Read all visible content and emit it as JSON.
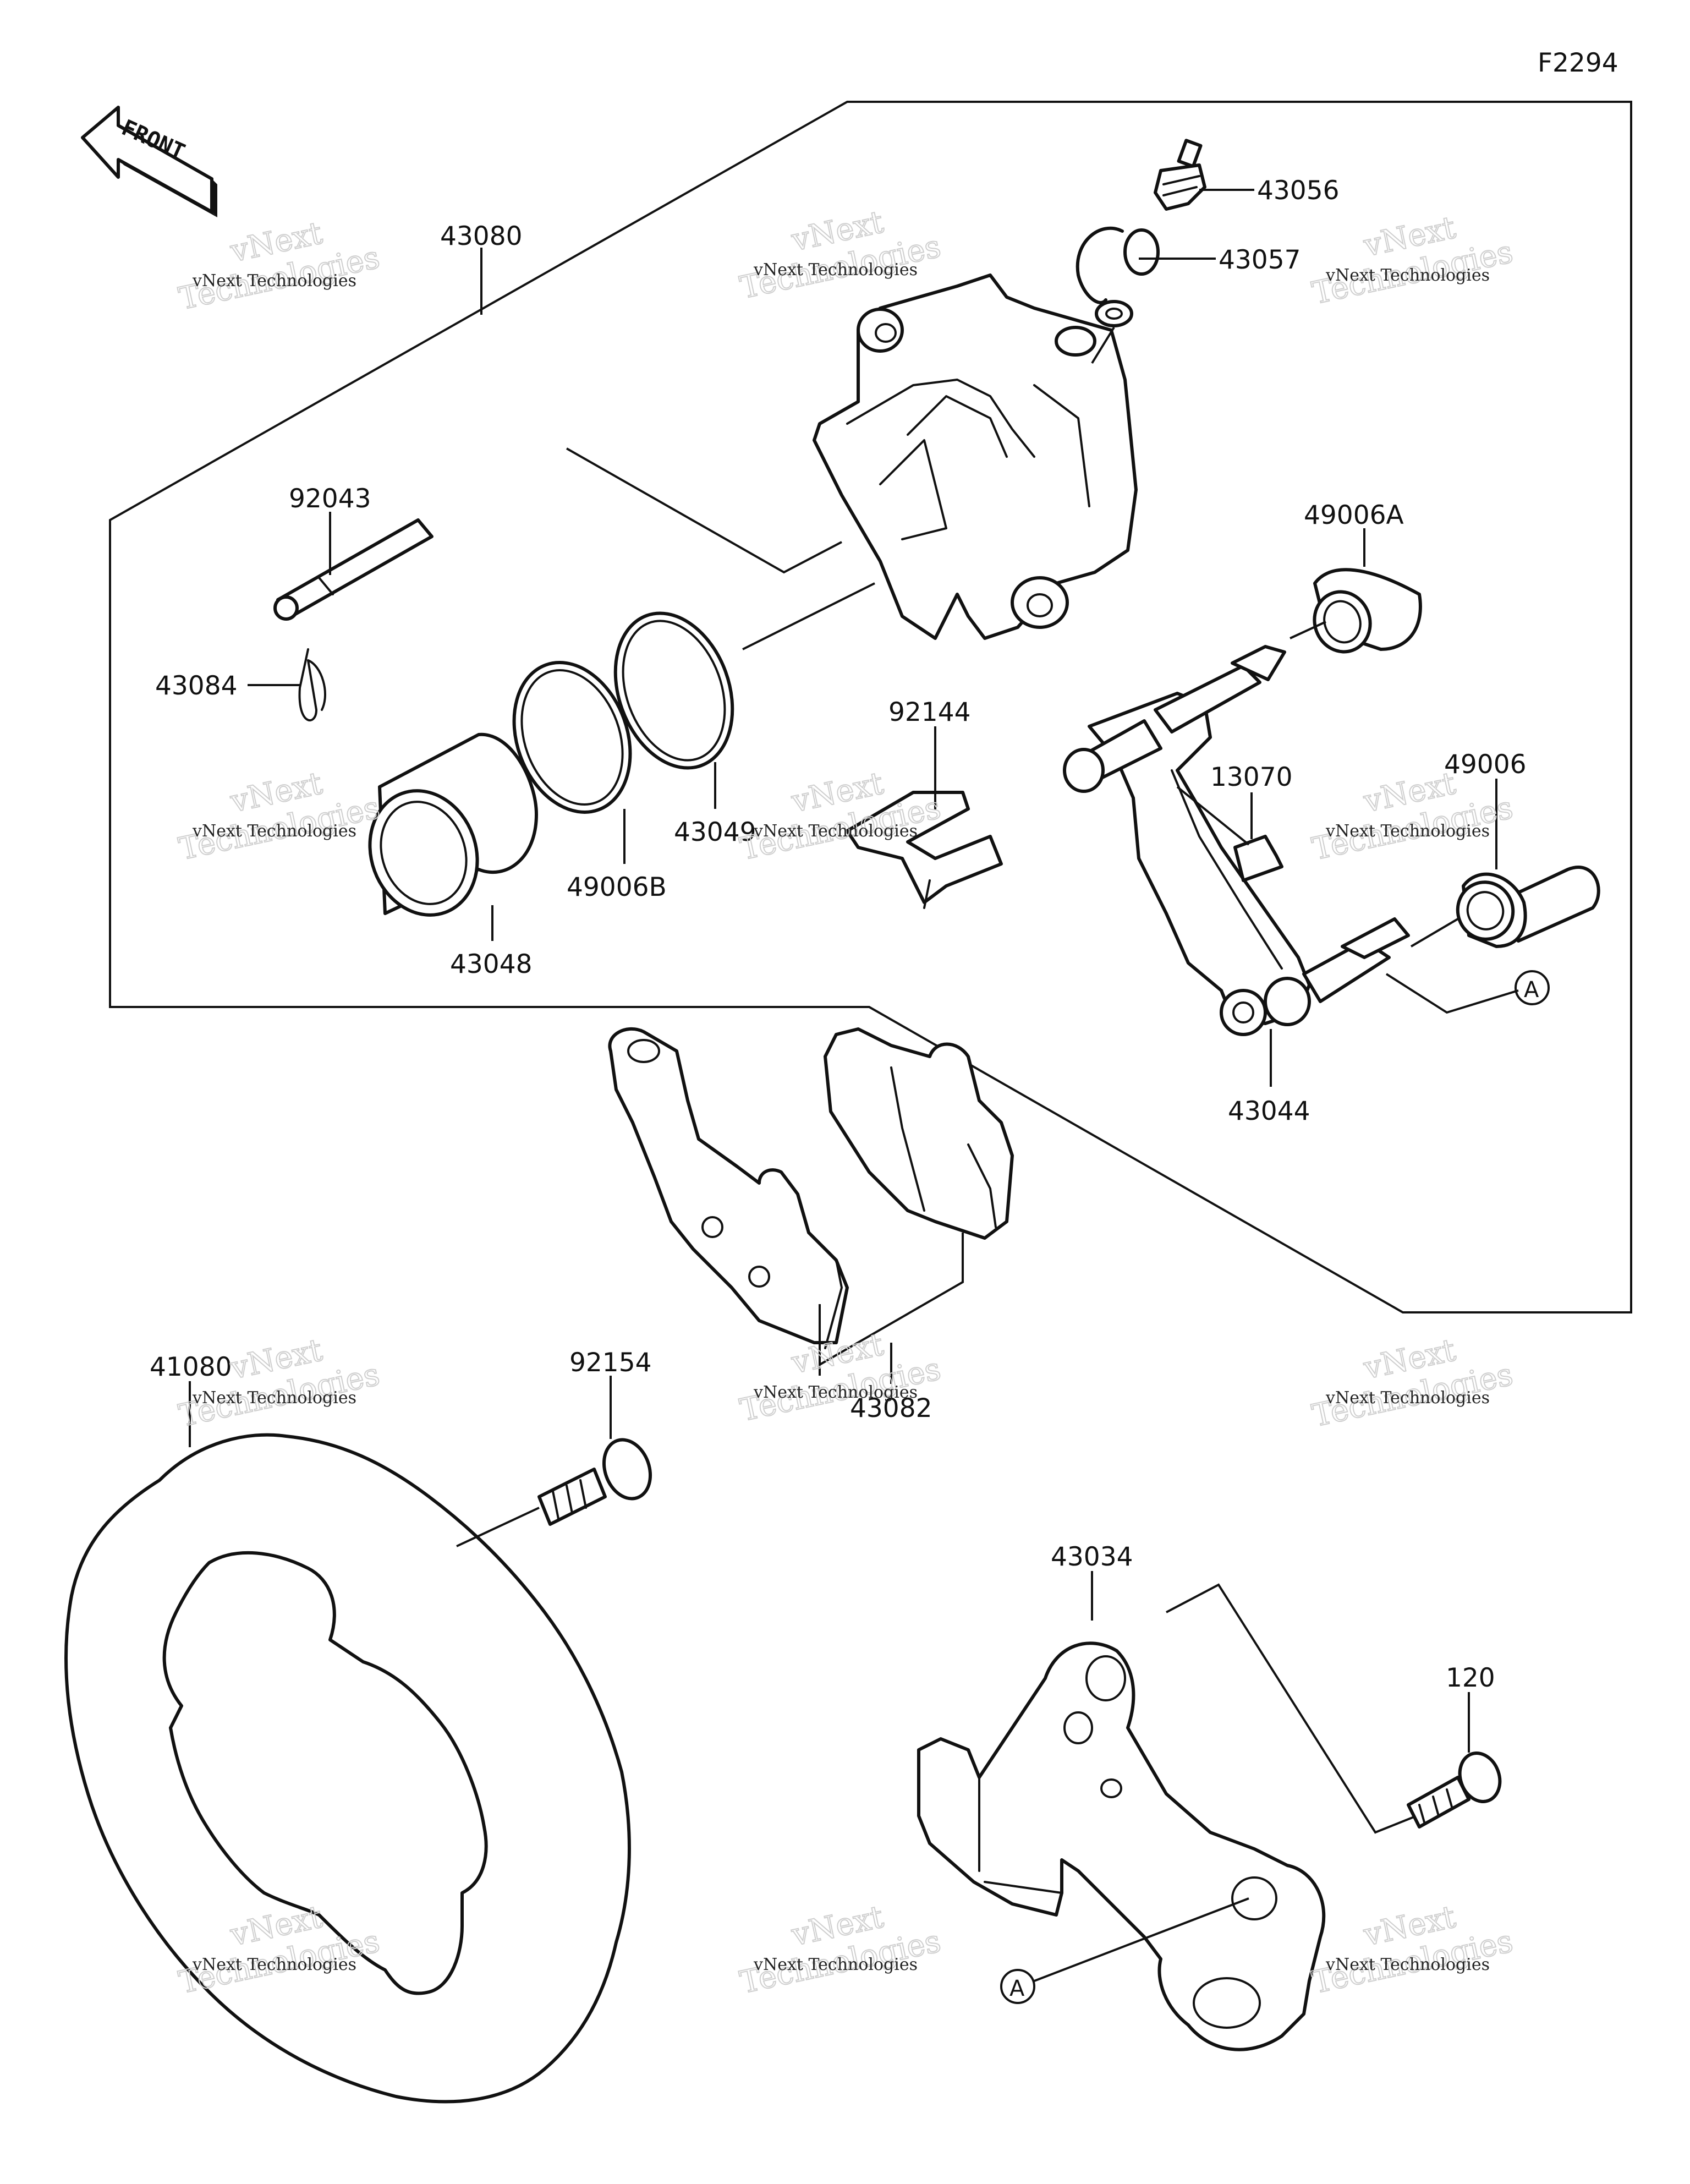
{
  "diagram_code": "F2294",
  "direction_arrow": "FRONT",
  "watermark": {
    "line1": "vNext Technologies",
    "line2": "vNext",
    "line3": "Technologies"
  },
  "part_labels": {
    "p43080": "43080",
    "p43056": "43056",
    "p43057": "43057",
    "p92043": "92043",
    "p49006A": "49006A",
    "p43084": "43084",
    "p92144": "92144",
    "p13070": "13070",
    "p49006": "49006",
    "p43049": "43049",
    "p49006B": "49006B",
    "p43048": "43048",
    "p43044": "43044",
    "p41080": "41080",
    "p92154": "92154",
    "p43082": "43082",
    "p43034": "43034",
    "p120": "120"
  },
  "reference_markers": {
    "a_top": "A",
    "a_bottom": "A"
  }
}
